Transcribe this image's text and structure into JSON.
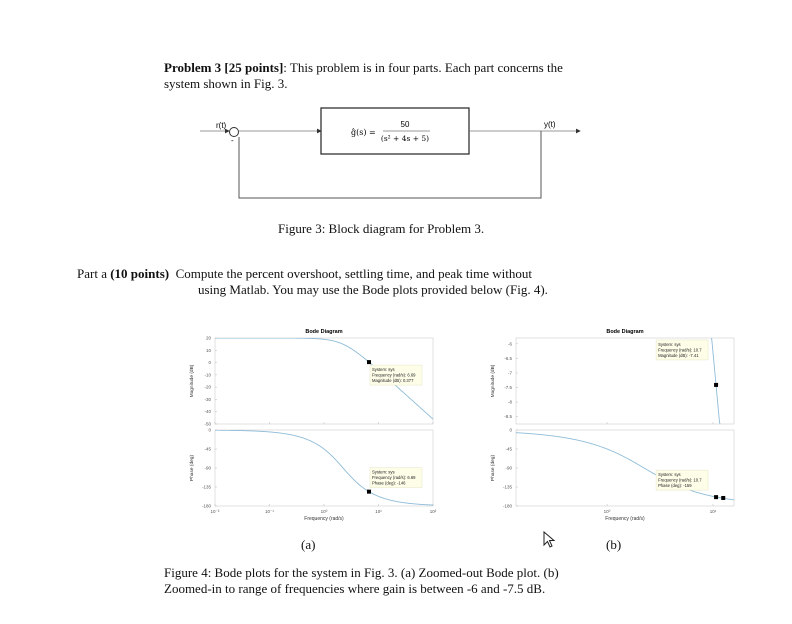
{
  "problem": {
    "label": "Problem 3 [25 points]",
    "line1_rest": ": This problem is in four parts. Each part concerns the",
    "line2": "system shown in Fig. 3."
  },
  "block_diagram": {
    "input_label": "r(t)",
    "output_label": "y(t)",
    "minus_sign": "-",
    "tf_lhs": "ĝ(s) =",
    "tf_num": "50",
    "tf_den": "(s² + 4s + 5)",
    "caption": "Figure 3: Block diagram for Problem 3."
  },
  "part_a": {
    "prefix": "Part a",
    "points": "(10 points)",
    "line1_rest": "Compute the percent overshoot, settling time, and peak time without",
    "line2": "using Matlab. You may use the Bode plots provided below (Fig. 4)."
  },
  "figure4": {
    "sub_a": "(a)",
    "sub_b": "(b)",
    "caption_line1": "Figure 4: Bode plots for the system in Fig. 3. (a) Zoomed-out Bode plot. (b)",
    "caption_line2": "Zoomed-in to range of frequencies where gain is between -6 and -7.5 dB."
  },
  "chart_data": [
    {
      "type": "line",
      "title": "Bode Diagram",
      "xlabel": "Frequency  (rad/s)",
      "x_scale": "log",
      "xlim": [
        0.01,
        100
      ],
      "x_ticks": [
        0.01,
        0.1,
        1,
        10,
        100
      ],
      "x_tick_labels": [
        "10⁻²",
        "10⁻¹",
        "10⁰",
        "10¹",
        "10²"
      ],
      "transfer_function": {
        "num": [
          50
        ],
        "den": [
          1,
          4,
          5
        ]
      },
      "magnitude": {
        "ylabel": "Magnitude (dB)",
        "ylim": [
          -50,
          20
        ],
        "y_ticks": [
          20,
          10,
          0,
          -10,
          -20,
          -30,
          -40,
          -50
        ]
      },
      "phase": {
        "ylabel": "Phase (deg)",
        "ylim": [
          -180,
          0
        ],
        "y_ticks": [
          0,
          -45,
          -90,
          -135,
          -180
        ]
      },
      "datatips": [
        {
          "panel": "magnitude",
          "x": 6.69,
          "y": 0.377,
          "lines": [
            "System: sys",
            "Frequency (rad/s): 6.69",
            "Magnitude (dB): 0.377"
          ]
        },
        {
          "panel": "phase",
          "x": 6.69,
          "y": -146,
          "lines": [
            "System: sys",
            "Frequency (rad/s): 6.69",
            "Phase (deg): -146"
          ]
        }
      ],
      "line_color": "#8fbcd8",
      "grid": false
    },
    {
      "type": "line",
      "title": "Bode Diagram",
      "xlabel": "Frequency  (rad/s)",
      "x_scale": "log",
      "xlim": [
        0.138,
        15.8
      ],
      "x_ticks": [
        1,
        10
      ],
      "x_tick_labels": [
        "10⁰",
        "10¹"
      ],
      "transfer_function": {
        "num": [
          50
        ],
        "den": [
          1,
          4,
          5
        ]
      },
      "magnitude": {
        "ylabel": "Magnitude (dB)",
        "ylim": [
          -8.75,
          -5.8
        ],
        "y_ticks": [
          -6,
          -6.5,
          -7,
          -7.5,
          -8,
          -8.5
        ]
      },
      "phase": {
        "ylabel": "Phase (deg)",
        "ylim": [
          -180,
          0
        ],
        "y_ticks": [
          0,
          -45,
          -90,
          -135,
          -180
        ]
      },
      "datatips": [
        {
          "panel": "magnitude",
          "x": 10.7,
          "y": -7.41,
          "lines": [
            "System: sys",
            "Frequency (rad/s): 10.7",
            "Magnitude (dB): -7.41"
          ]
        },
        {
          "panel": "phase",
          "x": 10.7,
          "y": -159,
          "lines": [
            "System: sys",
            "Frequency (rad/s): 10.7",
            "Phase (deg): -159"
          ]
        },
        {
          "panel": "phase",
          "x": 12.5,
          "y": -161,
          "lines": []
        }
      ],
      "line_color": "#8fbcd8",
      "grid": false
    }
  ]
}
